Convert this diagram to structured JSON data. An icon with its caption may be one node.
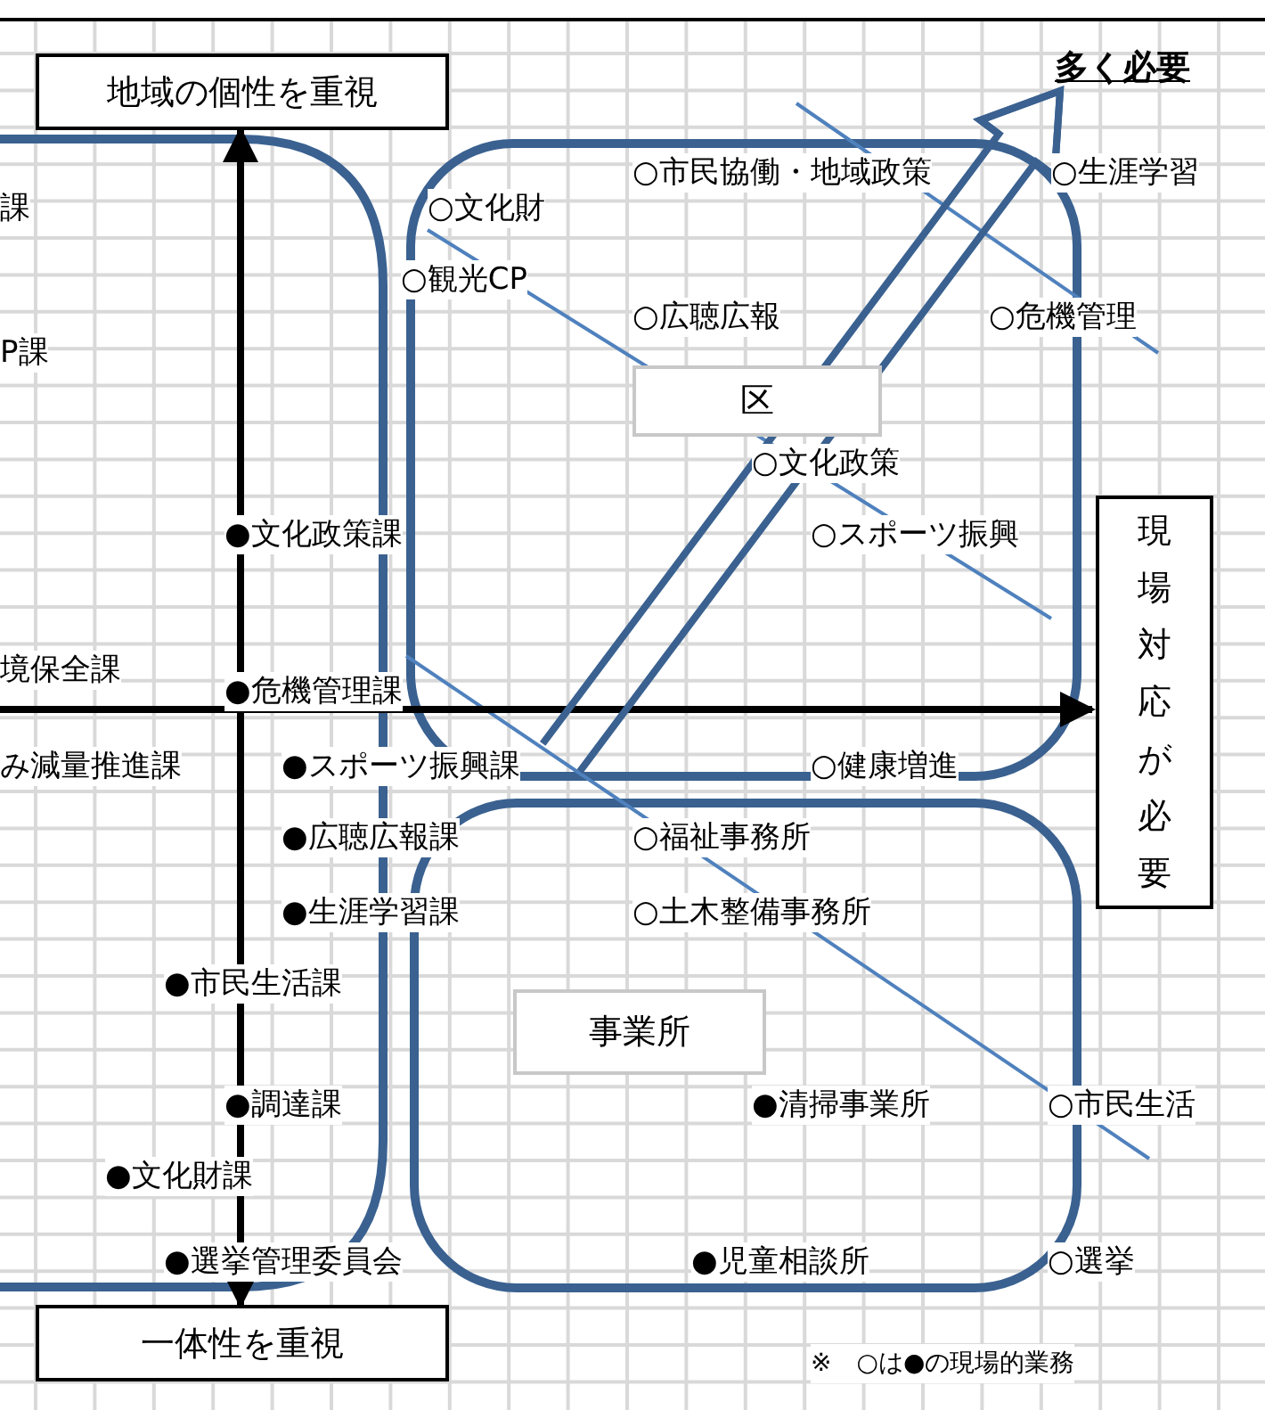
{
  "diagram": {
    "nodes": [
      {
        "text": [
          "地域の個性を重視"
        ]
      },
      {
        "text": [
          "一体性を重視"
        ]
      },
      {
        "text": [
          "現場対応が必要"
        ]
      },
      {
        "text": [
          "多く必要"
        ]
      },
      {
        "text": [
          "区"
        ]
      },
      {
        "text": [
          "事業所"
        ]
      }
    ],
    "edges": [
      {
        "from": 1,
        "to": 0,
        "arrow": "both"
      },
      {
        "from": null,
        "to": 2,
        "arrow": "to"
      },
      {
        "from": 4,
        "to": 3,
        "arrow": "to",
        "color": "#3a6190"
      }
    ],
    "labels": [
      "○市民協働・地域政策",
      "○生涯学習",
      "課",
      "○文化財",
      "○観光CP",
      "○広聴広報",
      "○危機管理",
      "P課",
      "○文化政策",
      "●文化政策課",
      "○スポーツ振興",
      "境保全課",
      "●危機管理課",
      "み減量推進課",
      "●スポーツ振興課",
      "○健康増進",
      "●広聴広報課",
      "○福祉事務所",
      "●生涯学習課",
      "○土木整備事務所",
      "●市民生活課",
      "●調達課",
      "●清掃事業所",
      "○市民生活",
      "●文化財課",
      "●選挙管理委員会",
      "●児童相談所",
      "○選挙",
      "※　○は●の現場的業務"
    ]
  }
}
